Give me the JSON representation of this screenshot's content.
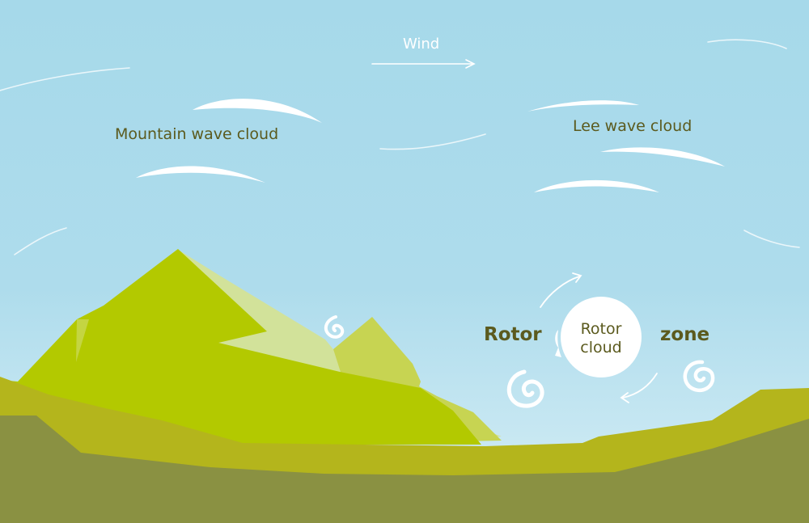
{
  "labels": {
    "wind": "Wind",
    "mountain_wave_cloud": "Mountain wave cloud",
    "lee_wave_cloud": "Lee wave cloud",
    "rotor": "Rotor",
    "zone": "zone",
    "rotor_cloud_line1": "Rotor",
    "rotor_cloud_line2": "cloud"
  },
  "colors": {
    "sky_top": "#a6d9ea",
    "sky_bottom": "#d4edf6",
    "mountain_main": "#b3c900",
    "mountain_light": "#d2e29a",
    "mountain_mid": "#c7d452",
    "ground_mid": "#b4b51c",
    "ground_dark": "#8a9142",
    "cloud": "#ffffff",
    "text": "#5b5a1e"
  },
  "icons": [
    "wind-arrow-icon",
    "swirl-icon",
    "rotation-arrow-icon"
  ]
}
